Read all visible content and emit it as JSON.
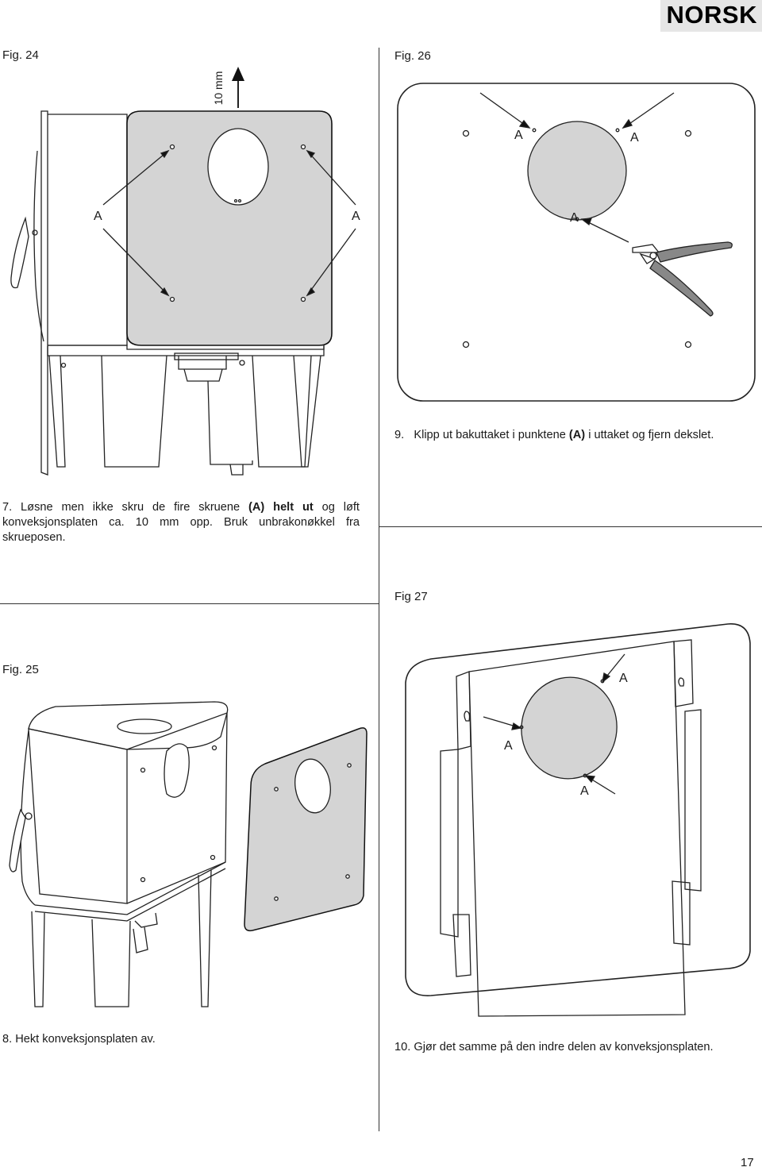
{
  "header": {
    "language": "NORSK"
  },
  "figures": {
    "fig24": {
      "label": "Fig. 24",
      "dimension": "10 mm",
      "callout": "A"
    },
    "fig25": {
      "label": "Fig. 25"
    },
    "fig26": {
      "label": "Fig. 26",
      "callout": "A"
    },
    "fig27": {
      "label": "Fig 27",
      "callout": "A"
    }
  },
  "steps": {
    "step7": {
      "number": "7.",
      "text_before": "Løsne men ikke skru de fire skruene",
      "bold_a": "(A)",
      "bold_helt": "helt ut",
      "text_after": "og løft konveksjonsplaten ca. 10 mm opp. Bruk unbrakonøkkel fra skrueposen."
    },
    "step8": {
      "text": "8. Hekt konveksjonsplaten av."
    },
    "step9": {
      "number": "9.",
      "text_before": "Klipp ut bakuttaket i punktene",
      "bold_a": "(A)",
      "text_after": "i uttaket og fjern dekslet."
    },
    "step10": {
      "text": "10. Gjør det samme på den indre delen av konveksjonsplaten."
    }
  },
  "footer": {
    "page_number": "17"
  }
}
